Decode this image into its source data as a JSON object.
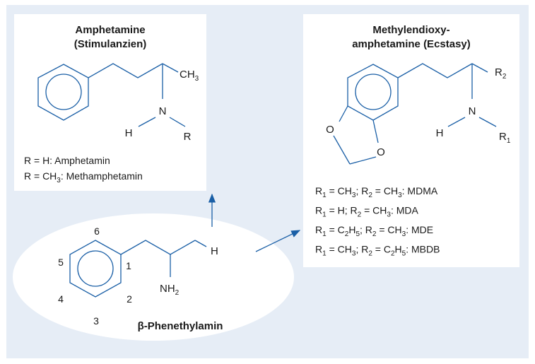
{
  "amphetamine": {
    "title_1": "Amphetamine",
    "title_2": "(Stimulanzien)",
    "atom_ch": "CH",
    "atom_ch_sub": "3",
    "atom_n": "N",
    "atom_h": "H",
    "atom_r": "R",
    "legend_1": "R = H: Amphetamin",
    "legend_2_a": "R = CH",
    "legend_2_sub": "3",
    "legend_2_b": ": Methamphetamin"
  },
  "ecstasy": {
    "title_1": "Methylendioxy-",
    "title_2": "amphetamine (Ecstasy)",
    "atom_r": "R",
    "atom_r2_sub": "2",
    "atom_r1_sub": "1",
    "atom_n": "N",
    "atom_h": "H",
    "atom_o": "O",
    "rows": [
      "R1 = CH3; R2 = CH3: MDMA",
      "R1 = H; R2 = CH3: MDA",
      "R1 = C2H5; R2 = CH3: MDE",
      "R1 = CH3; R2 = C2H5: MBDB"
    ]
  },
  "phenethylamine": {
    "name": "β-Phenethylamin",
    "atom_h": "H",
    "atom_nh": "NH",
    "atom_nh_sub": "2",
    "ring_numbers": [
      "1",
      "2",
      "3",
      "4",
      "5",
      "6"
    ]
  },
  "colors": {
    "panel_bg": "#e6edf6",
    "bond": "#1a5fa6",
    "text": "#1a1a1a"
  }
}
